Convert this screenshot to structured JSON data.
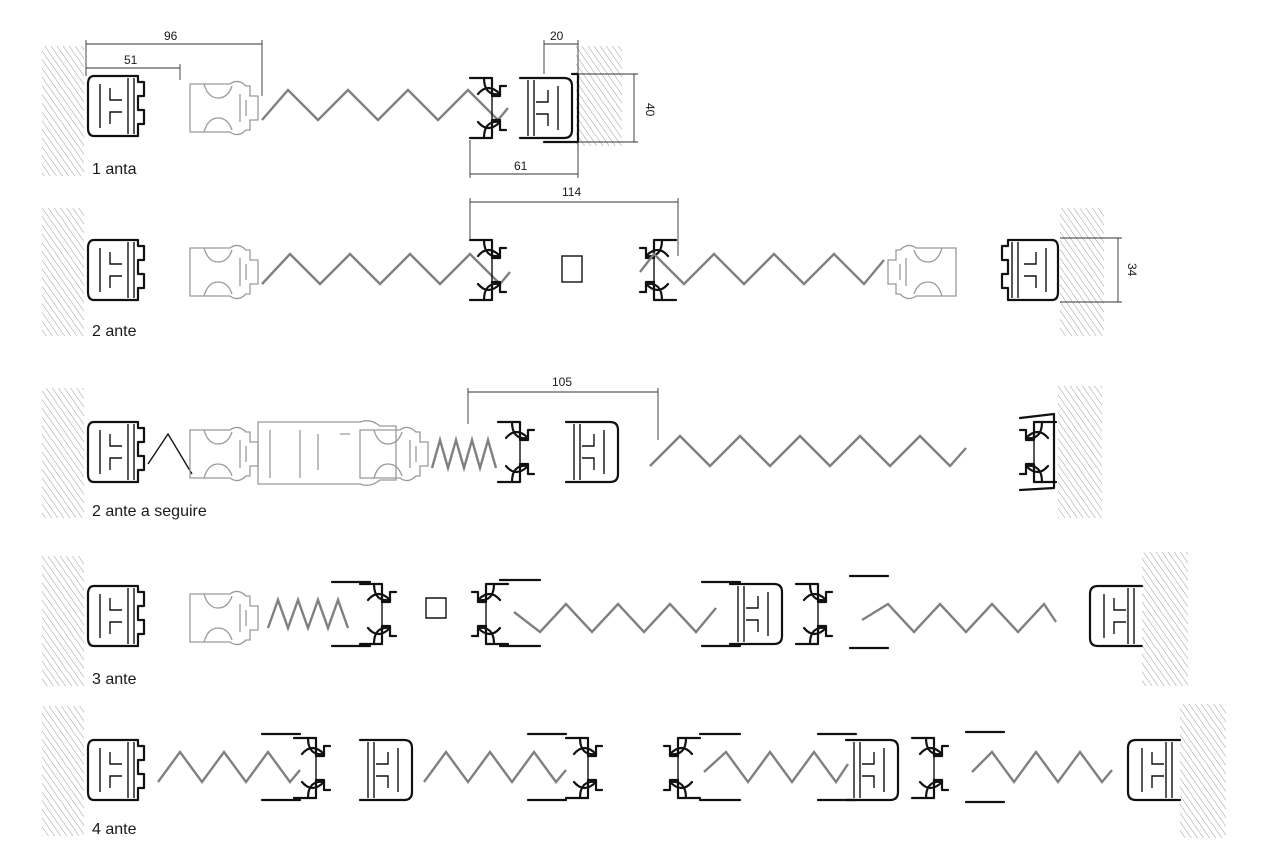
{
  "rows": [
    {
      "label": "1 anta"
    },
    {
      "label": "2 ante"
    },
    {
      "label": "2 ante a seguire"
    },
    {
      "label": "3 ante"
    },
    {
      "label": "4   ante"
    }
  ],
  "dimensions": {
    "d96": "96",
    "d51": "51",
    "d20": "20",
    "d40": "40",
    "d61": "61",
    "d114": "114",
    "d34": "34",
    "d105": "105"
  },
  "colors": {
    "profile": "#111111",
    "spring": "#808080",
    "hatch": "#9a9a9a"
  }
}
